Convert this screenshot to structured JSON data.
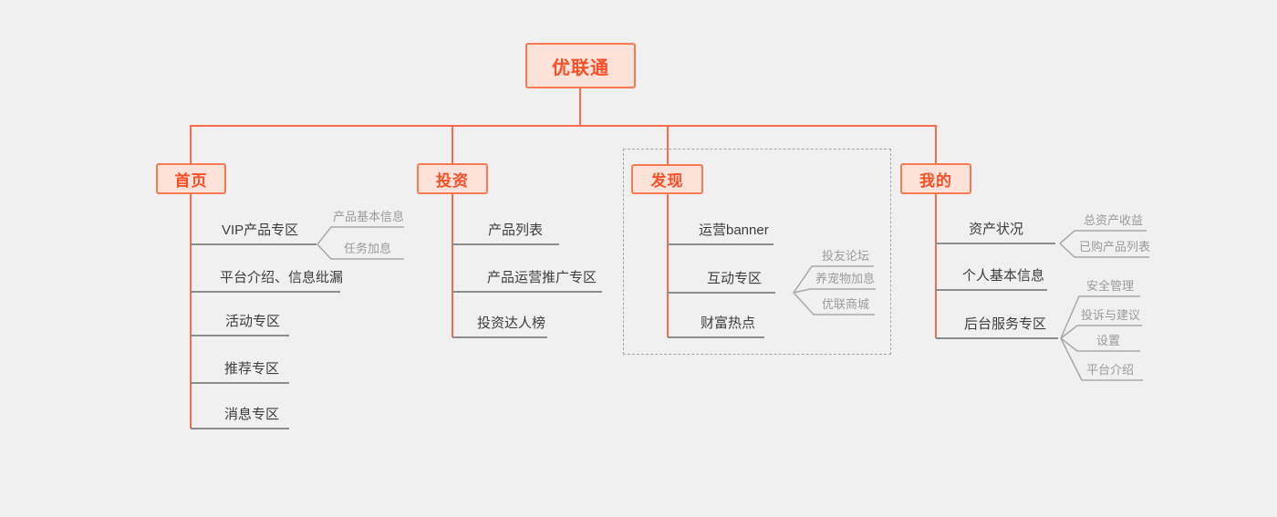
{
  "root": {
    "label": "优联通"
  },
  "branches": [
    {
      "label": "首页",
      "items": [
        {
          "label": "VIP产品专区",
          "children": [
            {
              "label": "产品基本信息"
            },
            {
              "label": "任务加息"
            }
          ]
        },
        {
          "label": "平台介绍、信息纰漏"
        },
        {
          "label": "活动专区"
        },
        {
          "label": "推荐专区"
        },
        {
          "label": "消息专区"
        }
      ]
    },
    {
      "label": "投资",
      "items": [
        {
          "label": "产品列表"
        },
        {
          "label": "产品运营推广专区"
        },
        {
          "label": "投资达人榜"
        }
      ]
    },
    {
      "label": "发现",
      "grouped": true,
      "items": [
        {
          "label": "运营banner"
        },
        {
          "label": "互动专区",
          "children": [
            {
              "label": "投友论坛"
            },
            {
              "label": "养宠物加息"
            },
            {
              "label": "优联商城"
            }
          ]
        },
        {
          "label": "财富热点"
        }
      ]
    },
    {
      "label": "我的",
      "items": [
        {
          "label": "资产状况",
          "children": [
            {
              "label": "总资产收益"
            },
            {
              "label": "已购产品列表"
            }
          ]
        },
        {
          "label": "个人基本信息"
        },
        {
          "label": "后台服务专区",
          "children": [
            {
              "label": "安全管理"
            },
            {
              "label": "投诉与建议"
            },
            {
              "label": "设置"
            },
            {
              "label": "平台介绍"
            }
          ]
        }
      ]
    }
  ],
  "colors": {
    "background": "#f0f0f0",
    "accent_orange": "#f96b4b",
    "node_fill": "#fce2d8",
    "node_border": "#f87a55",
    "node_text": "#f94e26",
    "item_text": "#3d3d3d",
    "leaf_text": "#9b9b9b",
    "underline_gray": "#8c8c8c",
    "fork_gray": "#a8a8a8"
  }
}
